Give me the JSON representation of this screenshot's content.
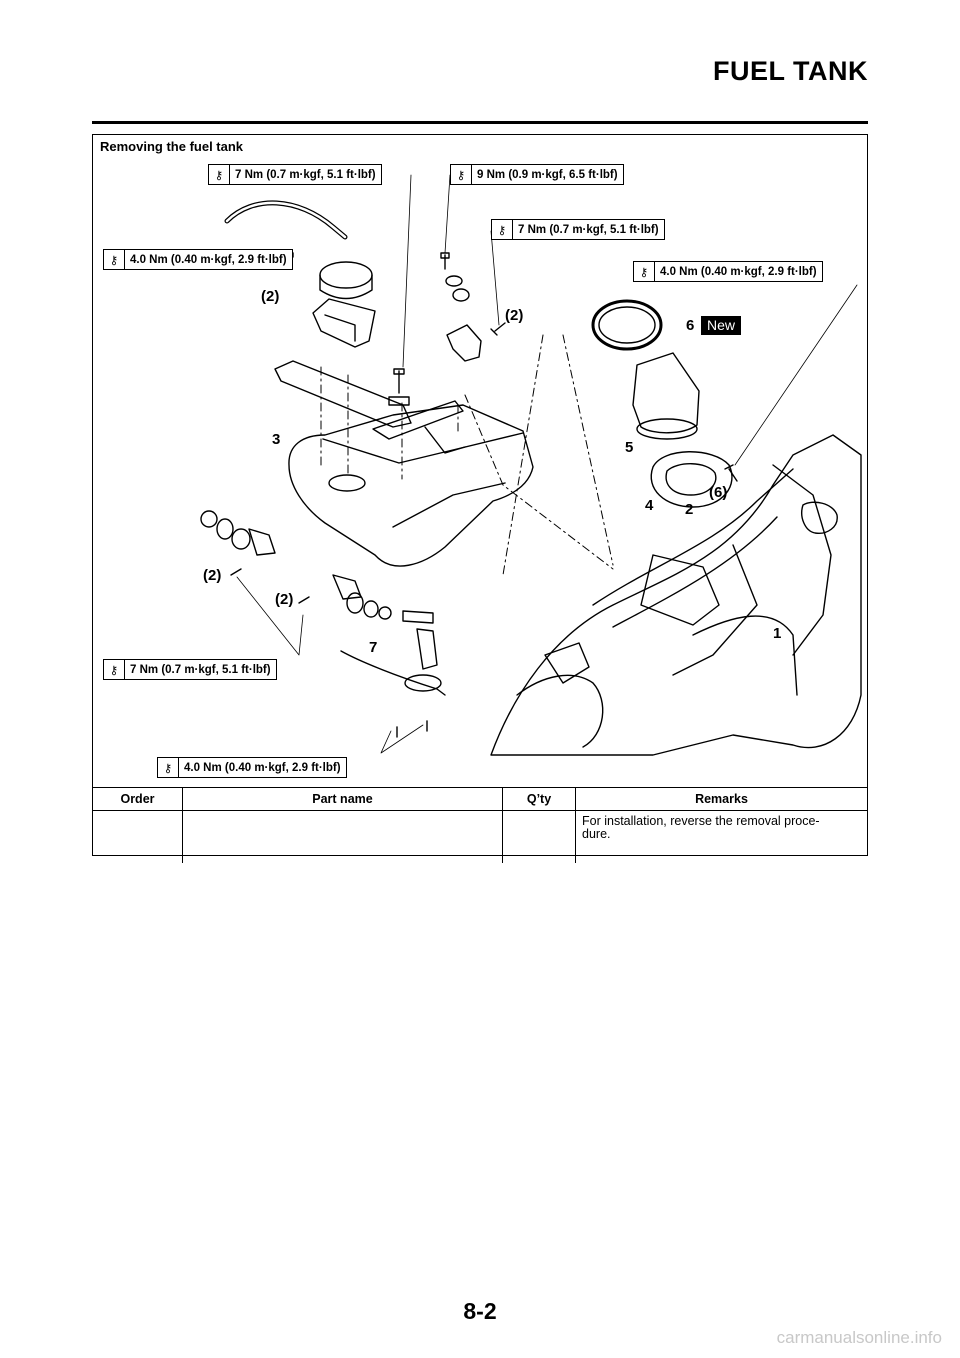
{
  "header": {
    "title": "FUEL TANK"
  },
  "section": {
    "heading": "Removing the fuel tank"
  },
  "torque_specs": [
    {
      "id": "t1",
      "icon": "torque-wrench-icon",
      "value": "7 Nm (0.7 m·kgf, 5.1 ft·lbf)"
    },
    {
      "id": "t2",
      "icon": "torque-wrench-icon",
      "value": "9 Nm (0.9 m·kgf, 6.5 ft·lbf)"
    },
    {
      "id": "t3",
      "icon": "torque-wrench-icon",
      "value": "7 Nm (0.7 m·kgf, 5.1 ft·lbf)"
    },
    {
      "id": "t4",
      "icon": "torque-wrench-icon",
      "value": "4.0 Nm (0.40 m·kgf, 2.9 ft·lbf)"
    },
    {
      "id": "t5",
      "icon": "torque-wrench-icon",
      "value": "4.0 Nm (0.40 m·kgf, 2.9 ft·lbf)"
    },
    {
      "id": "t6",
      "icon": "torque-wrench-icon",
      "value": "7 Nm (0.7 m·kgf, 5.1 ft·lbf)"
    },
    {
      "id": "t7",
      "icon": "torque-wrench-icon",
      "value": "4.0 Nm (0.40 m·kgf, 2.9 ft·lbf)"
    }
  ],
  "callouts": [
    "(2)",
    "(2)",
    "6",
    "3",
    "5",
    "(6)",
    "4",
    "2",
    "(2)",
    "(2)",
    "1",
    "7"
  ],
  "badge": "New",
  "table": {
    "headers": [
      "Order",
      "Part name",
      "Q’ty",
      "Remarks"
    ],
    "rows": [
      [
        "",
        "",
        "",
        "For installation, reverse the removal proce-\ndure."
      ]
    ]
  },
  "footer": {
    "page_number": "8-2",
    "watermark": "carmanualsonline.info"
  }
}
